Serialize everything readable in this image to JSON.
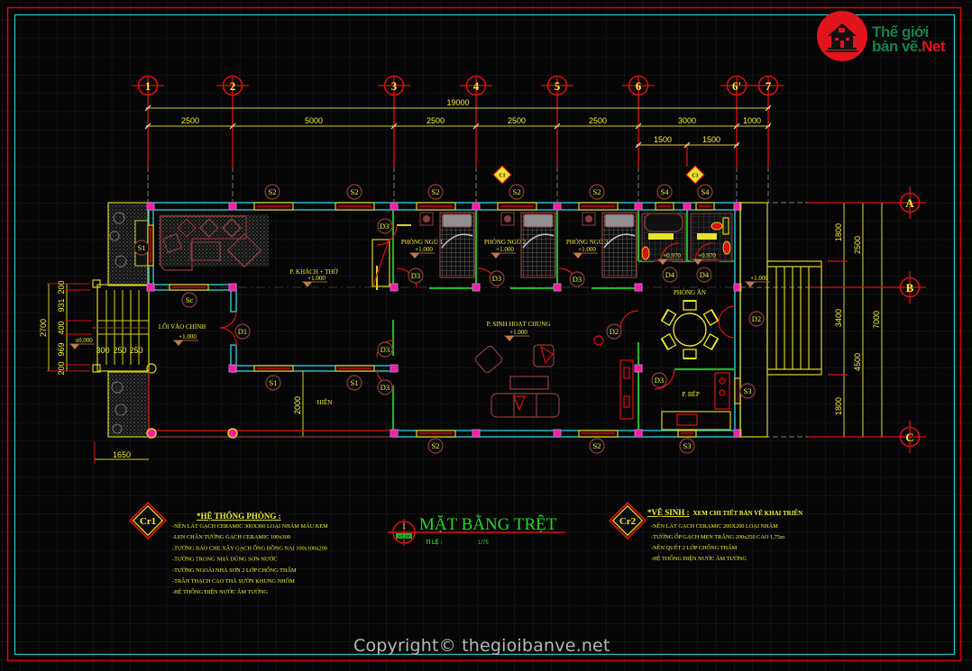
{
  "drawing": {
    "title": "MẶT BẰNG TRỆT",
    "scale_label": "TỈ LỆ :",
    "scale_value": "1/75",
    "view_number": "1",
    "sheet_ref": "KT 13"
  },
  "logo": {
    "line1": "Thế giới",
    "line2": "bản vẽ.",
    "line2_accent": "Net",
    "icon": "house-icon"
  },
  "copyright": "Copyright© thegioibanve.net",
  "axes": {
    "vertical": [
      "1",
      "2",
      "3",
      "4",
      "5",
      "6",
      "6'",
      "7"
    ],
    "horizontal": [
      "A",
      "B",
      "C"
    ]
  },
  "dimensions": {
    "top_overall": "19000",
    "top_segments": [
      "2500",
      "5000",
      "2500",
      "2500",
      "2500",
      "3000",
      "1000"
    ],
    "top_sub": [
      "1500",
      "1500"
    ],
    "right_inner": [
      "1800",
      "3400",
      "1800"
    ],
    "right_middle": [
      "2500",
      "4500"
    ],
    "right_overall": "7000",
    "left_overall": "2700",
    "left_segments": [
      "200",
      "931",
      "400",
      "969",
      "200"
    ],
    "stair_steps": [
      "300",
      "250",
      "250"
    ],
    "bottom_left": "1650",
    "porch_depth": "2000"
  },
  "rooms": {
    "living": "P. KHÁCH + THỜ",
    "bedroom1": "PHÒNG NGỦ 1",
    "bedroom2": "PHÒNG NGỦ 2",
    "bedroom3": "PHÒNG NGỦ 3",
    "common": "P. SINH HOẠT CHUNG",
    "dining": "PHÒNG ĂN",
    "kitchen": "P. BẾP",
    "entrance": "LỐI VÀO CHÍNH",
    "porch": "HIÊN"
  },
  "levels": {
    "floor": "+1.000",
    "wc": "+0.970",
    "ground": "±0.000"
  },
  "tags": {
    "s1": "S1",
    "s2": "S2",
    "s3": "S3",
    "s4": "S4",
    "sc": "Sc",
    "d1": "D1",
    "d2": "D2",
    "d3": "D3",
    "d3p": "D3'",
    "d4": "D4",
    "c1": "C1",
    "cr1": "Cr1",
    "cr2": "Cr2"
  },
  "notes": {
    "rooms": {
      "heading": "*HỆ THỐNG PHÒNG :",
      "items": [
        "-NỀN LÁT GẠCH CERAMIC 300X300 LOẠI NHÁM MÀU KEM",
        "-LEN CHÂN TƯỜNG GẠCH CERAMIC 100x300",
        "-TƯỜNG BAO CHE XÂY GẠCH ỐNG ĐỒNG NAI 100x100x200",
        "-TƯỜNG TRONG NHÀ DÙNG SƠN NƯỚC",
        "-TƯỜNG NGOÀI NHÀ SƠN 2 LỚP CHỐNG THẤM",
        "-TRẦN THẠCH CAO THẢ SƯỜN KHUNG NHÔM",
        "-HỆ THỐNG ĐIỆN NƯỚC ÂM TƯỜNG"
      ]
    },
    "wc": {
      "heading": "*VỆ SINH :",
      "heading_suffix": "XEM CHI TIẾT BẢN VẼ KHAI TRIỂN",
      "items": [
        "-NỀN LÁT GẠCH CERAMIC 200X200 LOẠI NHÁM",
        "-TƯỜNG ỐP GẠCH MEN TRẮNG 200x250 CAO 1,75m",
        "-NỀN QUÉT 2 LỚP CHỐNG THẤM",
        "-HỆ THỐNG ĐIỆN NƯỚC ÂM TƯỜNG"
      ]
    }
  },
  "colors": {
    "background": "#050505",
    "frame_outer": "#c8090d",
    "frame_inner": "#1fc8c8",
    "text": "#f2f03a",
    "axis": "#d8100f",
    "wall_cyan": "#29c6d6",
    "wall_green": "#1db32a",
    "title_green": "#1fdc1f",
    "furniture": "#8c3c3c",
    "column": "#ff1aa8"
  }
}
